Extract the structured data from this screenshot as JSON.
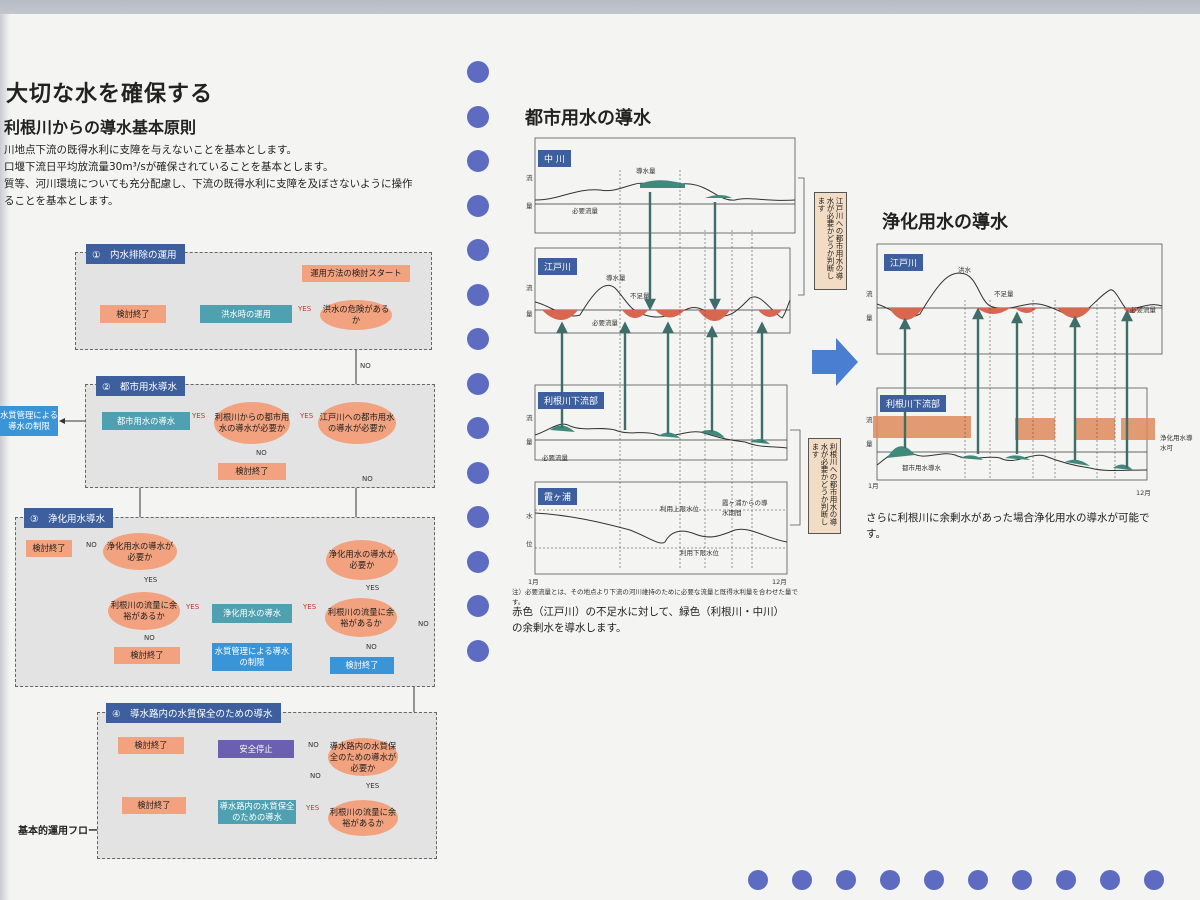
{
  "left": {
    "title": "大切な水を確保する",
    "subtitle": "利根川からの導水基本原則",
    "principles": [
      "川地点下流の既得水利に支障を与えないことを基本とします。",
      "口堰下流日平均放流量30m³/sが確保されていることを基本とします。",
      "質等、河川環境についても充分配慮し、下流の既得水利に支障を及ぼさないように操作",
      "ることを基本とします。"
    ],
    "flow_caption": "基本的運用フロー",
    "sections": [
      {
        "label": "①　内水排除の運用"
      },
      {
        "label": "②　都市用水導水"
      },
      {
        "label": "③　浄化用水導水"
      },
      {
        "label": "④　導水路内の水質保全のための導水"
      }
    ],
    "nodes": {
      "start": "運用方法の検討スタート",
      "flood_danger": "洪水の危険があるか",
      "flood_op": "洪水時の運用",
      "end1": "検討終了",
      "edo_need": "江戸川への都市用水の導水が必要か",
      "tone_need": "利根川からの都市用水の導水が必要か",
      "urban_transfer": "都市用水の導水",
      "quality_limit_left": "水質管理による導水の制限",
      "end2": "検討終了",
      "purif_need_left": "浄化用水の導水が必要か",
      "end3": "検討終了",
      "tone_margin_left": "利根川の流量に余裕があるか",
      "end4": "検討終了",
      "purif_transfer": "浄化用水の導水",
      "quality_limit_mid": "水質管理による導水の制限",
      "purif_need_right": "浄化用水の導水が必要か",
      "tone_margin_right": "利根川の流量に余裕があるか",
      "end5": "検討終了",
      "channel_need": "導水路内の水質保全のための導水が必要か",
      "safe_stop": "安全停止",
      "end6": "検討終了",
      "channel_transfer": "導水路内の水質保全のための導水",
      "tone_margin_4": "利根川の流量に余裕があるか",
      "end7": "検討終了"
    },
    "yes": "YES",
    "no": "NO"
  },
  "middle": {
    "title": "都市用水の導水",
    "charts": [
      {
        "name": "中 川"
      },
      {
        "name": "江戸川"
      },
      {
        "name": "利根川下流部"
      },
      {
        "name": "霞ヶ浦"
      }
    ],
    "labels": {
      "flow": "流",
      "amount": "量",
      "water": "水",
      "level": "位",
      "required_flow": "必要流量",
      "transfer": "導水量",
      "shortage": "不足量",
      "upper_level": "利用上限水位",
      "lower_level": "利用下限水位",
      "kasumi_transfer": "霞ヶ浦からの導水期間",
      "jan": "1月",
      "dec": "12月"
    },
    "side_note_top": "江戸川への都市用水の導水が必要かどうか判断します",
    "side_note_bottom": "利根川への都市用水の導水が必要かどうか判断します",
    "footnote": "注）必要流量とは、その地点より下流の河川維持のために必要な流量と既得水利量を合わせた量です。",
    "caption": "赤色（江戸川）の不足水に対して、緑色（利根川・中川）の余剰水を導水します。"
  },
  "right": {
    "title": "浄化用水の導水",
    "charts": [
      {
        "name": "江戸川"
      },
      {
        "name": "利根川下流部"
      }
    ],
    "labels": {
      "flood": "洪水",
      "shortage": "不足量",
      "required_flow": "必要流量",
      "flow": "流",
      "amount": "量",
      "urban": "都市用水導水",
      "purif_avail": "浄化用水導水可",
      "jan": "1月",
      "dec": "12月"
    },
    "caption": "さらに利根川に余剰水があった場合浄化用水の導水が可能です。"
  },
  "colors": {
    "accent_blue": "#3d5f9e",
    "oval": "#f2a27e",
    "teal": "#4fa0b0",
    "shortage_red": "#d9664f",
    "surplus_green": "#3f8a7c",
    "dots": "#5d6cc0"
  }
}
